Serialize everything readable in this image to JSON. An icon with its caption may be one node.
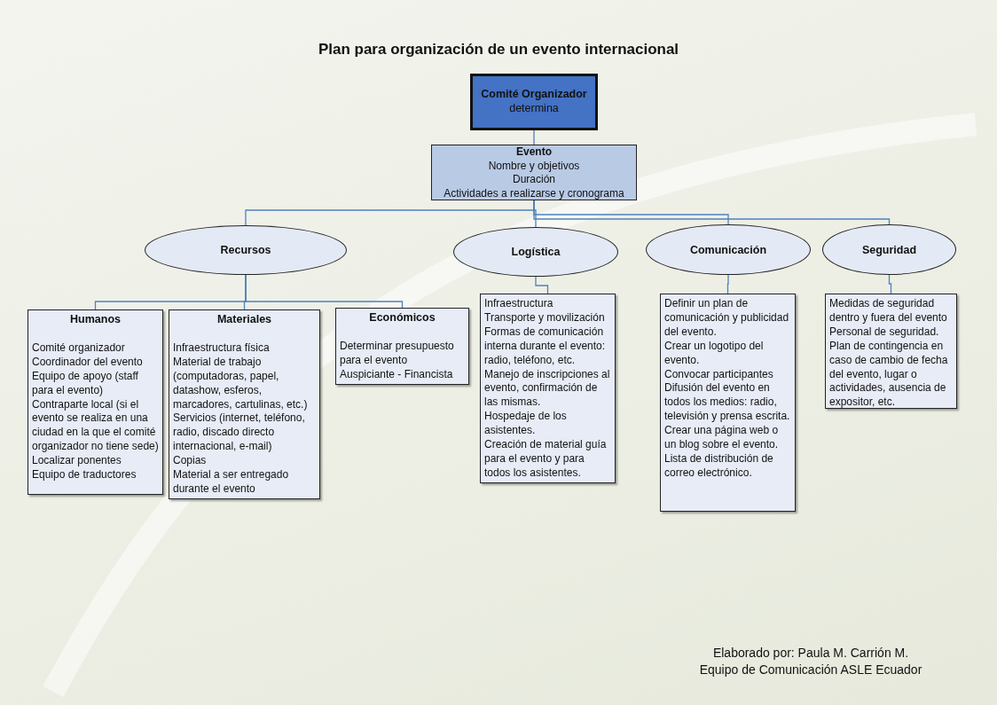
{
  "diagram": {
    "title": "Plan para organización de un evento internacional",
    "nodes": [
      {
        "text": [
          "Comité Organizador",
          "determina"
        ]
      },
      {
        "text": [
          "Evento",
          "Nombre y objetivos",
          "Duración",
          "Actividades a realizarse y cronograma"
        ]
      },
      {
        "text": [
          "Recursos"
        ]
      },
      {
        "text": [
          "Logística"
        ]
      },
      {
        "text": [
          "Comunicación"
        ]
      },
      {
        "text": [
          "Seguridad"
        ]
      },
      {
        "text": [
          "Humanos",
          "Comité organizador",
          "Coordinador del evento",
          "Equipo de apoyo (staff para el evento)",
          "Contraparte local (si el evento se realiza en una ciudad en la que el comité organizador no tiene sede)",
          "Localizar ponentes",
          "Equipo de traductores"
        ]
      },
      {
        "text": [
          "Materiales",
          "Infraestructura física",
          "Material de trabajo (computadoras, papel, datashow, esferos, marcadores, cartulinas, etc.)",
          "Servicios (internet, teléfono, radio, discado directo internacional, e-mail)",
          "Copias",
          "Material a ser entregado durante el evento"
        ]
      },
      {
        "text": [
          "Económicos",
          "Determinar presupuesto para el evento",
          "Auspiciante - Financista"
        ]
      },
      {
        "text": [
          "Infraestructura",
          "Transporte y movilización",
          "Formas de comunicación interna durante el evento: radio, teléfono, etc.",
          "Manejo de inscripciones al evento, confirmación de las mismas.",
          "Hospedaje de los asistentes.",
          "Creación de material guía para el evento y para todos los asistentes."
        ]
      },
      {
        "text": [
          "Definir un plan de comunicación y publicidad del evento.",
          "Crear un logotipo del evento.",
          "Convocar participantes",
          "Difusión del evento en todos los medios: radio, televisión y prensa escrita.",
          "Crear una página web o un blog sobre el evento.",
          "Lista de distribución de correo electrónico."
        ]
      },
      {
        "text": [
          "Medidas de seguridad dentro y fuera del evento",
          "Personal de seguridad.",
          "Plan de contingencia en caso de cambio de fecha del evento, lugar o actividades, ausencia de expositor, etc."
        ]
      }
    ],
    "edges": [
      {
        "from": 0,
        "to": 1,
        "arrow": "none"
      },
      {
        "from": 1,
        "to": 2,
        "arrow": "none"
      },
      {
        "from": 1,
        "to": 3,
        "arrow": "none"
      },
      {
        "from": 1,
        "to": 4,
        "arrow": "none"
      },
      {
        "from": 1,
        "to": 5,
        "arrow": "none"
      },
      {
        "from": 2,
        "to": 6,
        "arrow": "none"
      },
      {
        "from": 2,
        "to": 7,
        "arrow": "none"
      },
      {
        "from": 2,
        "to": 8,
        "arrow": "none"
      },
      {
        "from": 3,
        "to": 9,
        "arrow": "none"
      },
      {
        "from": 4,
        "to": 10,
        "arrow": "none"
      },
      {
        "from": 5,
        "to": 11,
        "arrow": "none"
      }
    ],
    "labels": [
      "Elaborado por: Paula M. Carrión M.",
      "Equipo de Comunicación ASLE Ecuador"
    ]
  }
}
